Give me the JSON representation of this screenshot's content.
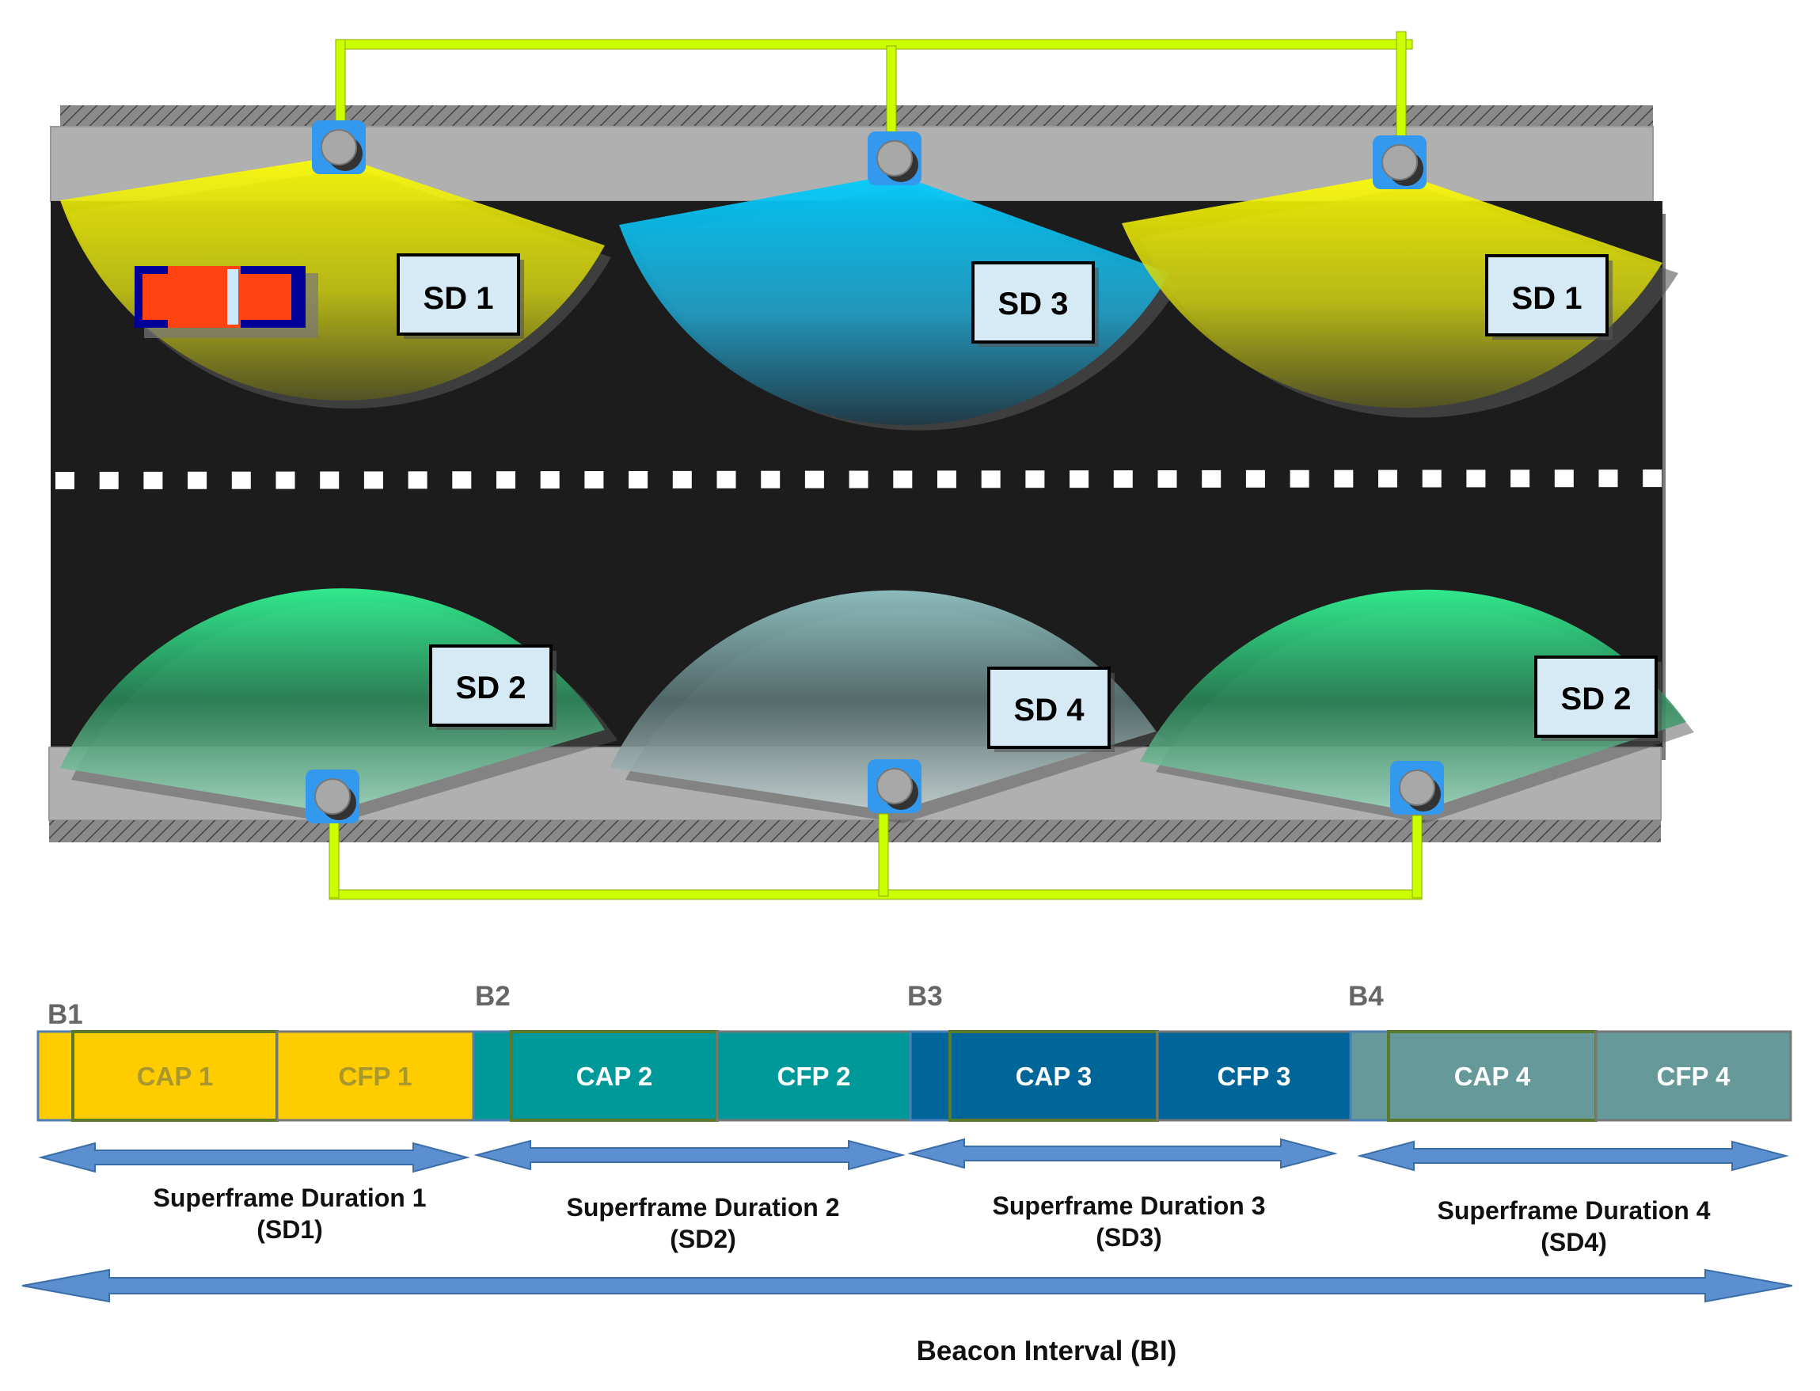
{
  "road_scene": {
    "top_zones": [
      {
        "label": "SD 1",
        "color": "yellow"
      },
      {
        "label": "SD 3",
        "color": "cyan"
      },
      {
        "label": "SD 1",
        "color": "yellow"
      }
    ],
    "bottom_zones": [
      {
        "label": "SD 2",
        "color": "green"
      },
      {
        "label": "SD 4",
        "color": "grey-teal"
      },
      {
        "label": "SD 2",
        "color": "green"
      }
    ],
    "colors": {
      "road": "#1c1c1c",
      "sidewalk": "#b0b0b0",
      "wire": "#ccff00",
      "sensor": "#3399ee"
    }
  },
  "timeline": {
    "beacons": [
      "B1",
      "B2",
      "B3",
      "B4"
    ],
    "superframes": [
      {
        "cap": "CAP 1",
        "cfp": "CFP 1",
        "color": "#ffcc00",
        "text_color": "#a8962e",
        "duration": "Superframe Duration 1",
        "abbr": "(SD1)"
      },
      {
        "cap": "CAP 2",
        "cfp": "CFP 2",
        "color": "#00999a",
        "text_color": "#ffffff",
        "duration": "Superframe Duration 2",
        "abbr": "(SD2)"
      },
      {
        "cap": "CAP 3",
        "cfp": "CFP 3",
        "color": "#006699",
        "text_color": "#ffffff",
        "duration": "Superframe Duration 3",
        "abbr": "(SD3)"
      },
      {
        "cap": "CAP 4",
        "cfp": "CFP 4",
        "color": "#669999",
        "text_color": "#ffffff",
        "duration": "Superframe Duration 4",
        "abbr": "(SD4)"
      }
    ],
    "beacon_interval": "Beacon Interval (BI)",
    "arrow_color": "#5b8fcf"
  }
}
